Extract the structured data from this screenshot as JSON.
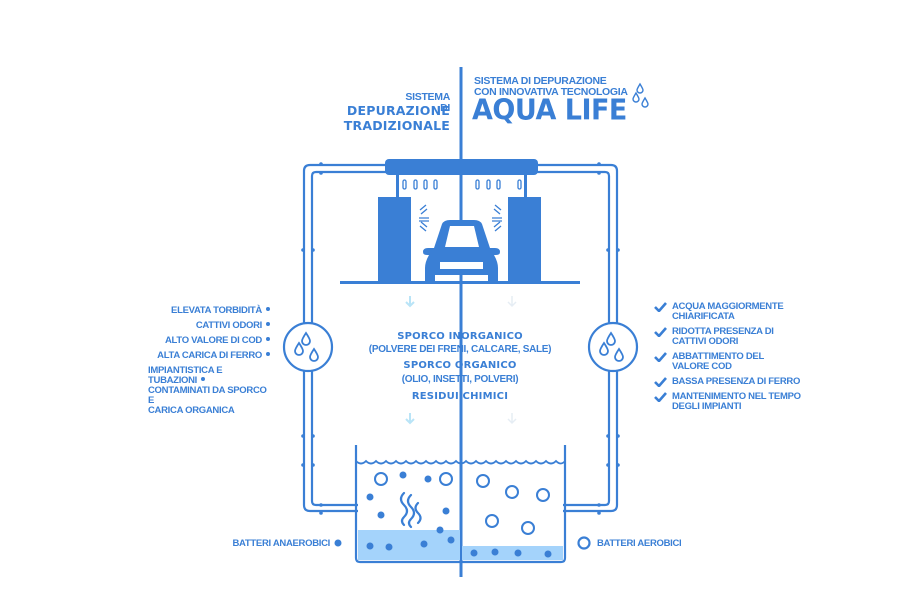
{
  "header": {
    "left": {
      "line1": "SISTEMA DI",
      "line2": "DEPURAZIONE TRADIZIONALE"
    },
    "right": {
      "line1": "SISTEMA DI DEPURAZIONE",
      "line2": "CON INNOVATIVA TECNOLOGIA",
      "brand": "AQUA LIFE"
    }
  },
  "left_list": {
    "items": [
      {
        "label": "ELEVATA TORBIDITÀ",
        "icon": "bullet-dot"
      },
      {
        "label": "CATTIVI ODORI",
        "icon": "bullet-dot"
      },
      {
        "label": "ALTO VALORE DI COD",
        "icon": "bullet-dot"
      },
      {
        "label": "ALTA CARICA DI FERRO",
        "icon": "bullet-dot"
      },
      {
        "label": "IMPIANTISTICA E TUBAZIONI CONTAMINATI DA SPORCO E CARICA ORGANICA",
        "lines": [
          "IMPIANTISTICA E TUBAZIONI",
          "CONTAMINATI DA SPORCO E",
          "CARICA ORGANICA"
        ],
        "icon": "bullet-dot"
      }
    ]
  },
  "right_list": {
    "items": [
      {
        "lines": [
          "ACQUA MAGGIORMENTE",
          "CHIARIFICATA"
        ],
        "icon": "check-icon"
      },
      {
        "lines": [
          "RIDOTTA PRESENZA DI",
          "CATTIVI ODORI"
        ],
        "icon": "check-icon"
      },
      {
        "lines": [
          "ABBATTIMENTO DEL",
          "VALORE COD"
        ],
        "icon": "check-icon"
      },
      {
        "lines": [
          "BASSA PRESENZA DI FERRO"
        ],
        "icon": "check-icon"
      },
      {
        "lines": [
          "MANTENIMENTO NEL TEMPO",
          "DEGLI IMPIANTI"
        ],
        "icon": "check-icon"
      }
    ]
  },
  "center": {
    "inorganic_title": "SPORCO INORGANICO",
    "inorganic_desc": "(POLVERE DEI FRENI, CALCARE, SALE)",
    "organic_title": "SPORCO ORGANICO",
    "organic_desc": "(OLIO, INSETTI, POLVERI)",
    "chemical_title": "RESIDUI CHIMICI"
  },
  "legend": {
    "left": "BATTERI ANAEROBICI",
    "right": "BATTERI AEROBICI"
  },
  "icons": {
    "water_drops": "water-drops-icon",
    "car": "car-icon",
    "car_wash": "car-wash-icon",
    "tank": "tank-icon",
    "arrow_down": "arrow-down-icon",
    "odor": "odor-icon"
  },
  "colors": {
    "primary": "#3a7fd5",
    "light_water": "#a4d3fb",
    "arrow_light": "#b9e4f7",
    "arrow_pale": "#eef3f8"
  }
}
